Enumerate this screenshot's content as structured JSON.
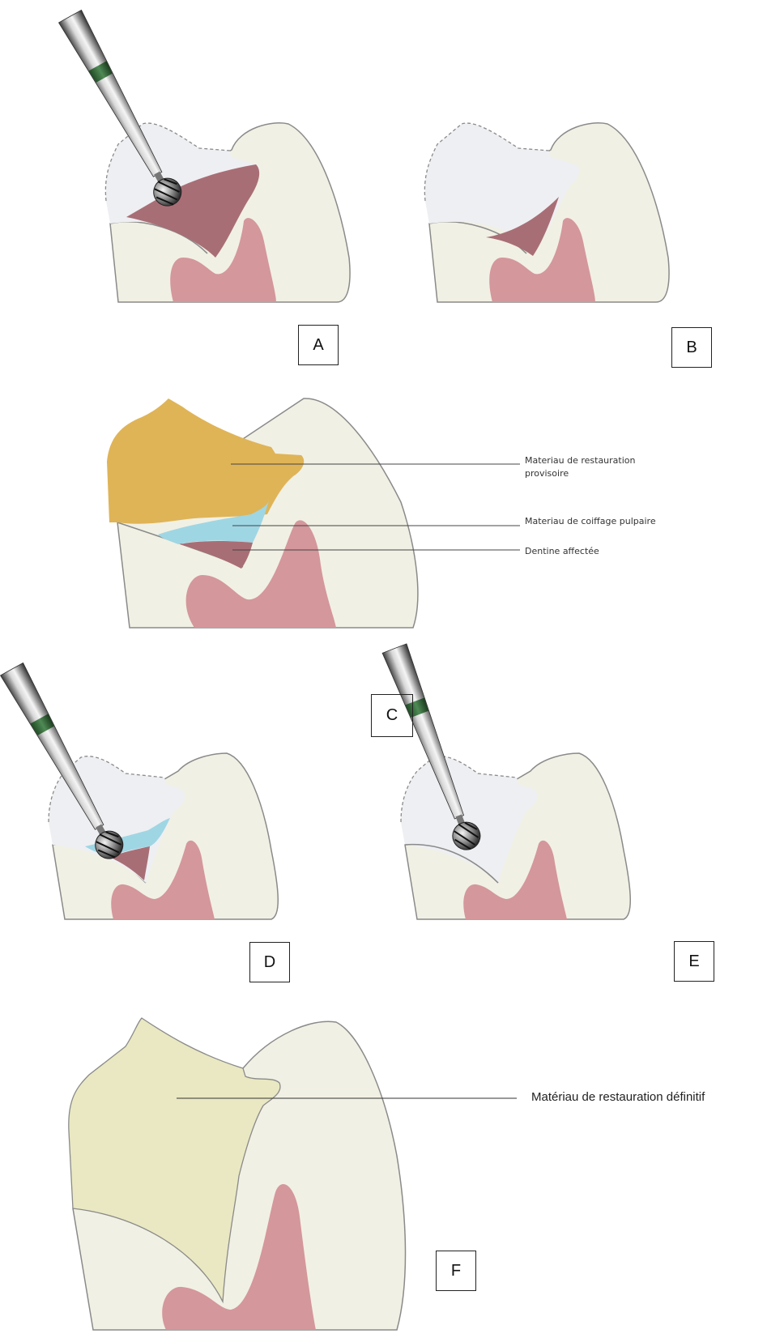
{
  "panels": {
    "a": {
      "label": "A"
    },
    "b": {
      "label": "B"
    },
    "c": {
      "label": "C"
    },
    "d": {
      "label": "D"
    },
    "e": {
      "label": "E"
    },
    "f": {
      "label": "F"
    }
  },
  "callouts": {
    "restauration_provisoire": "Materiau de restauration\nprovisoire",
    "coiffage_pulpaire": "Materiau de coiffage pulpaire",
    "dentine_affectee": "Dentine affectée",
    "restauration_definitif": "Matériau de restauration définitif"
  },
  "colors": {
    "enamel": "#f1f0e4",
    "cavity": "#eeeff2",
    "caries": "#a86e76",
    "pulp": "#d4979b",
    "provisional": "#dfb457",
    "capping": "#9fd6e4",
    "definitive": "#e9e8c2",
    "outline": "#8a8a8a"
  },
  "icons": [
    "dental-bur-icon"
  ]
}
